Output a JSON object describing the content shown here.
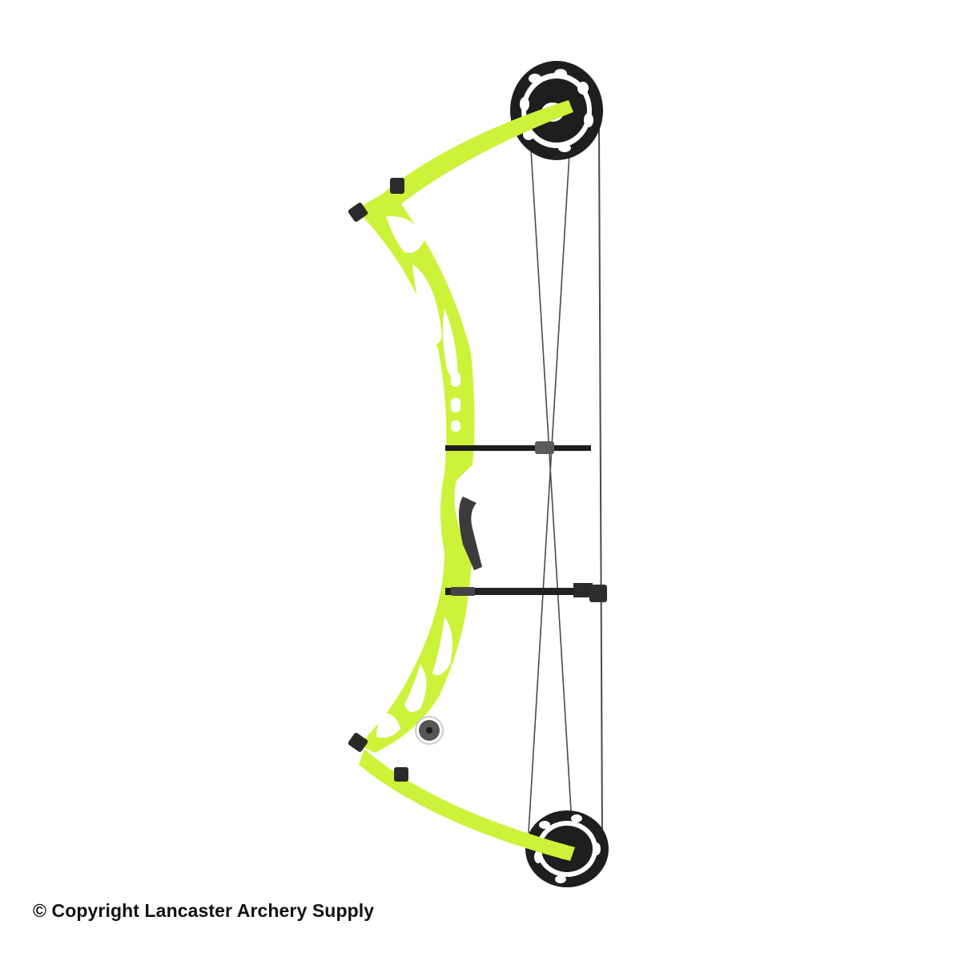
{
  "image": {
    "subject": "Compound bow product photo",
    "background_color": "#ffffff",
    "colors": {
      "riser": "#ccf23a",
      "riser_shade": "#b5dc22",
      "hardware": "#222222",
      "cam": "#1d1d1d",
      "string": "#555555"
    },
    "parts": [
      "riser",
      "upper-limb",
      "lower-limb",
      "upper-cam",
      "lower-cam",
      "bowstring",
      "cables",
      "cable-guard",
      "stabilizer-mount",
      "grip",
      "limb-bolts"
    ]
  },
  "caption": {
    "text": "© Copyright Lancaster Archery Supply"
  }
}
